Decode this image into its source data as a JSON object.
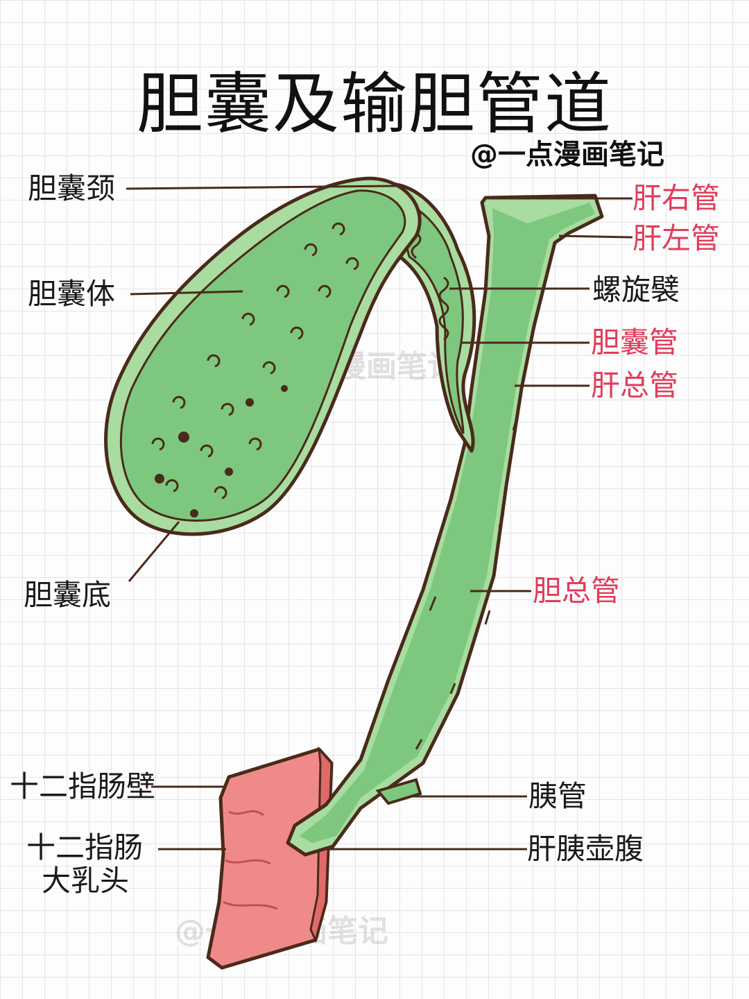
{
  "title": "胆囊及输胆管道",
  "credit": "@一点漫画笔记",
  "watermarks": [
    "@一点漫画笔记",
    "@一点漫画笔记"
  ],
  "colors": {
    "organ_fill": "#7ec77e",
    "organ_light": "#a8dca0",
    "outline": "#4a2a1a",
    "duodenum_fill": "#f08a8a",
    "highlight_label": "#e23c5a",
    "label": "#1a1a1a"
  },
  "labels": {
    "gallbladder_neck": "胆囊颈",
    "gallbladder_body": "胆囊体",
    "gallbladder_fundus": "胆囊底",
    "right_hepatic_duct": "肝右管",
    "left_hepatic_duct": "肝左管",
    "spiral_fold": "螺旋襞",
    "cystic_duct": "胆囊管",
    "common_hepatic_duct": "肝总管",
    "common_bile_duct": "胆总管",
    "duodenal_wall": "十二指肠壁",
    "major_papilla_line1": "十二指肠",
    "major_papilla_line2": "大乳头",
    "pancreatic_duct": "胰管",
    "hepatopancreatic_ampulla": "肝胰壶腹"
  }
}
